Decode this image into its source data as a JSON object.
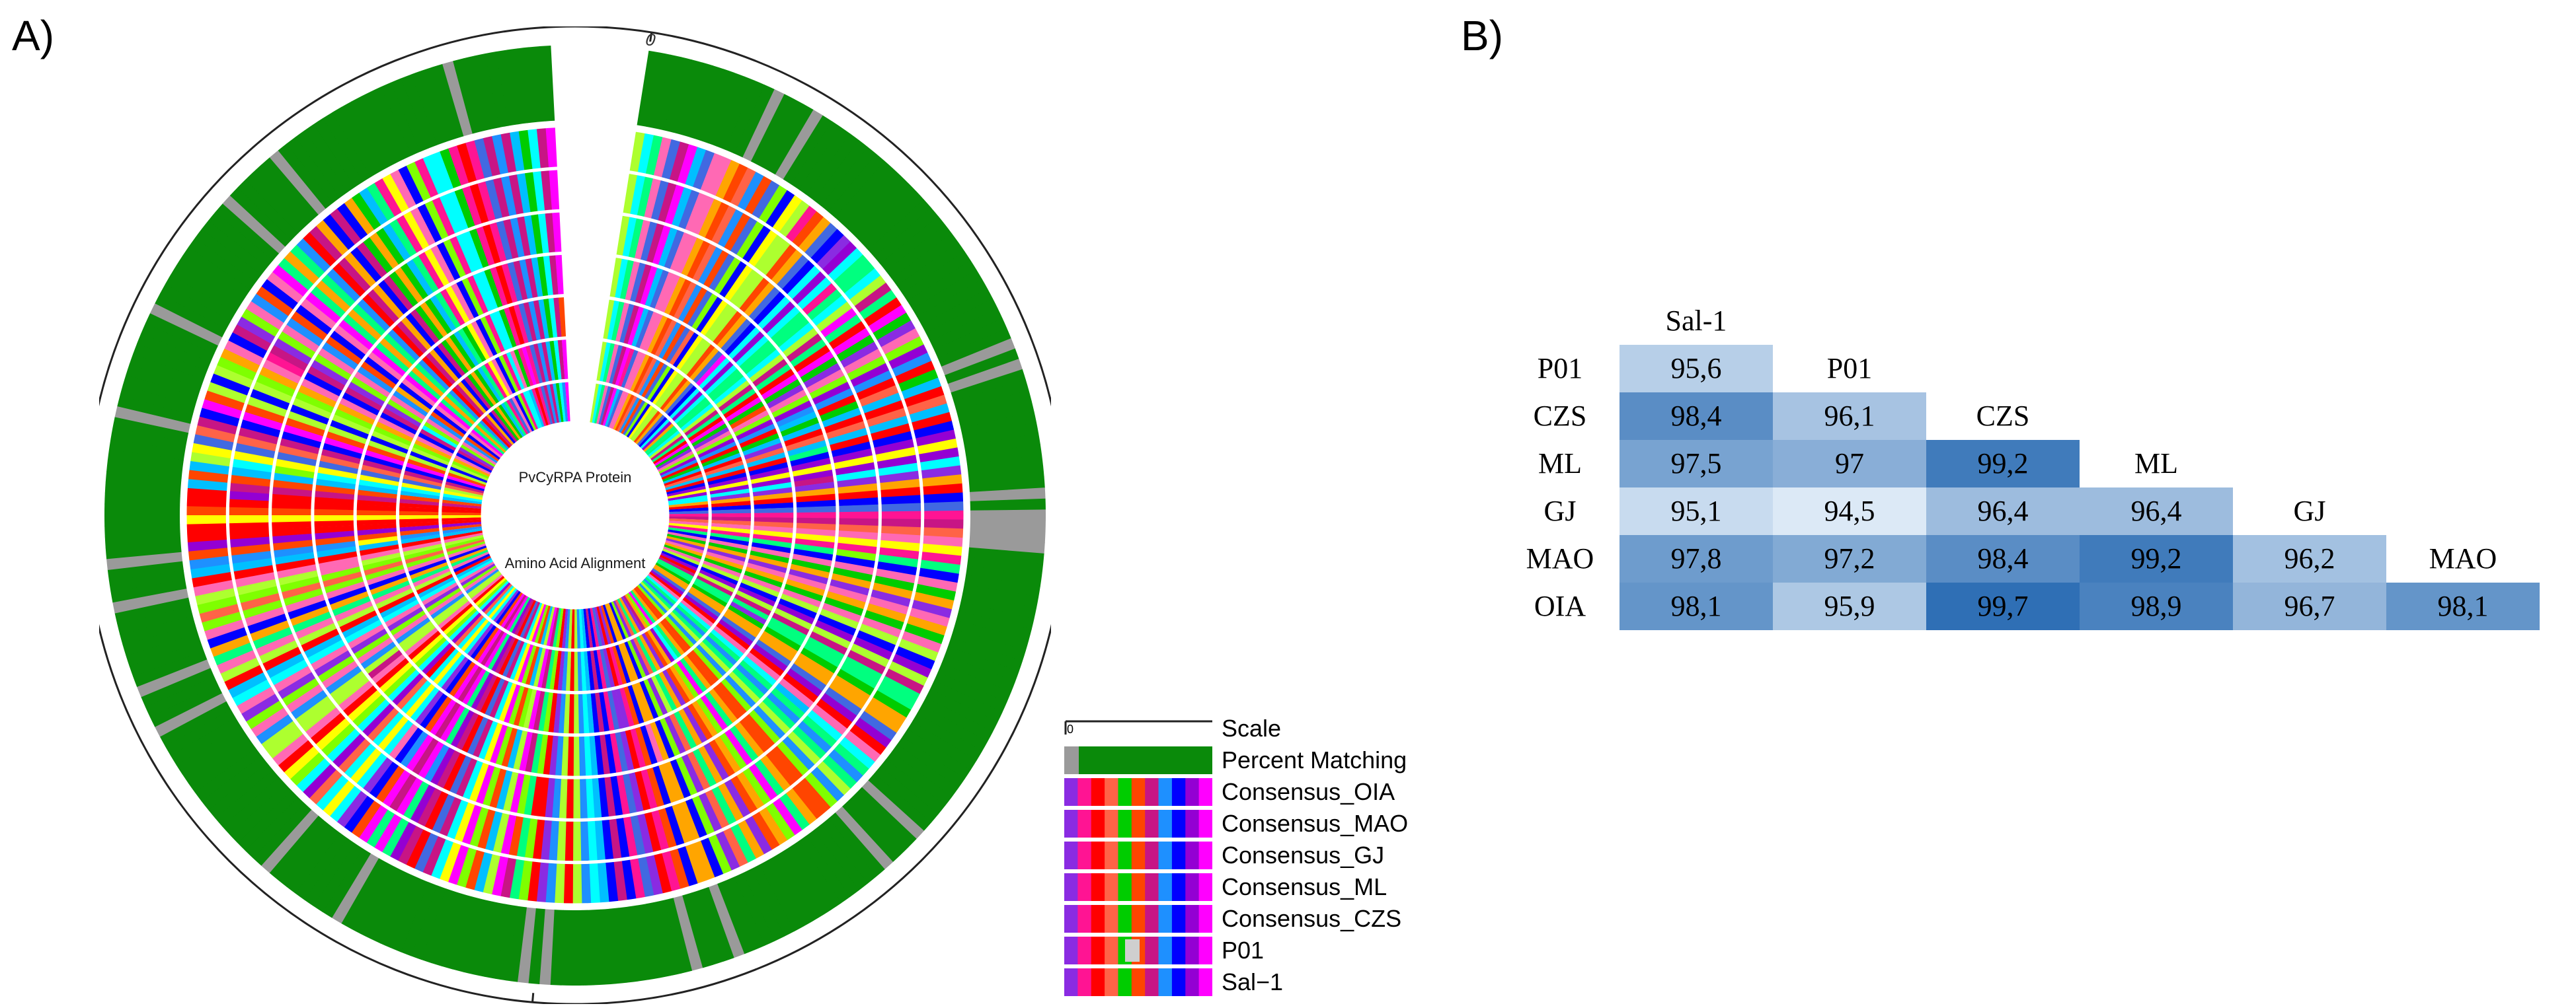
{
  "panels": {
    "a_label": "A)",
    "b_label": "B)"
  },
  "circos": {
    "center_title": "PvCyRPA Protein",
    "center_subtitle": "Amino Acid Alignment",
    "zero_tick": "0",
    "ring_order_outer_to_inner": [
      "Percent Matching",
      "Consensus_OIA",
      "Consensus_MAO",
      "Consensus_GJ",
      "Consensus_ML",
      "Consensus_CZS",
      "P01",
      "Sal-1"
    ],
    "colors": {
      "match": "#0a8a0a",
      "mismatch": "#9a9a9a",
      "scale_ring": "#222222"
    },
    "amino_acid_palette": [
      "#ff0000",
      "#ff1493",
      "#ff00ff",
      "#8a2be2",
      "#0000ff",
      "#1e90ff",
      "#00bfff",
      "#00ffff",
      "#00ff7f",
      "#00cc00",
      "#7fff00",
      "#ffff00",
      "#ffa500",
      "#ff6347",
      "#c71585",
      "#9400d3",
      "#4169e1",
      "#ff4500",
      "#adff2f",
      "#ff69b4"
    ]
  },
  "legend": {
    "scale_tick": "0",
    "items": [
      {
        "label": "Scale",
        "kind": "scale"
      },
      {
        "label": "Percent Matching",
        "kind": "percent"
      },
      {
        "label": "Consensus_OIA",
        "kind": "seq"
      },
      {
        "label": "Consensus_MAO",
        "kind": "seq"
      },
      {
        "label": "Consensus_GJ",
        "kind": "seq"
      },
      {
        "label": "Consensus_ML",
        "kind": "seq"
      },
      {
        "label": "Consensus_CZS",
        "kind": "seq"
      },
      {
        "label": "P01",
        "kind": "seq"
      },
      {
        "label": "Sal−1",
        "kind": "seq"
      }
    ]
  },
  "chart_data": {
    "type": "heatmap",
    "title": "",
    "columns": [
      "Sal-1",
      "P01",
      "CZS",
      "ML",
      "GJ",
      "MAO"
    ],
    "rows": [
      "P01",
      "CZS",
      "ML",
      "GJ",
      "MAO",
      "OIA"
    ],
    "values": [
      [
        "95,6"
      ],
      [
        "98,4",
        "96,1"
      ],
      [
        "97,5",
        "97",
        "99,2"
      ],
      [
        "95,1",
        "94,5",
        "96,4",
        "96,4"
      ],
      [
        "97,8",
        "97,2",
        "98,4",
        "99,2",
        "96,2"
      ],
      [
        "98,1",
        "95,9",
        "99,7",
        "98,9",
        "96,7",
        "98,1"
      ]
    ],
    "value_range": [
      94.5,
      99.7
    ],
    "color_low": "#dce9f6",
    "color_high": "#2f6fb5"
  }
}
